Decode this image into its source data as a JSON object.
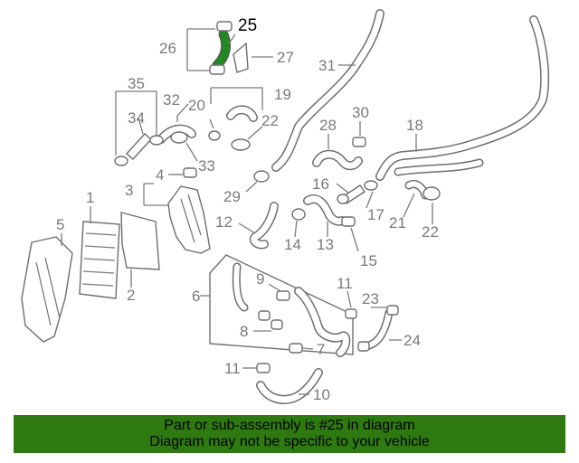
{
  "callouts": {
    "c1": "1",
    "c2": "2",
    "c3": "3",
    "c4": "4",
    "c5": "5",
    "c6": "6",
    "c7": "7",
    "c8": "8",
    "c9": "9",
    "c10": "10",
    "c11a": "11",
    "c11b": "11",
    "c12": "12",
    "c13": "13",
    "c14": "14",
    "c15": "15",
    "c16": "16",
    "c17": "17",
    "c18": "18",
    "c19": "19",
    "c20": "20",
    "c21": "21",
    "c22a": "22",
    "c22b": "22",
    "c23": "23",
    "c24": "24",
    "c25": "25",
    "c26": "26",
    "c27": "27",
    "c28": "28",
    "c29": "29",
    "c30": "30",
    "c31": "31",
    "c32": "32",
    "c33": "33",
    "c34": "34",
    "c35": "35"
  },
  "highlight": {
    "part_number": "25",
    "color": "#1f8a1f"
  },
  "banner": {
    "line1": "Part or sub-assembly is #25 in diagram",
    "line2": "Diagram may not be specific to your vehicle",
    "background": "#2f7a10"
  }
}
